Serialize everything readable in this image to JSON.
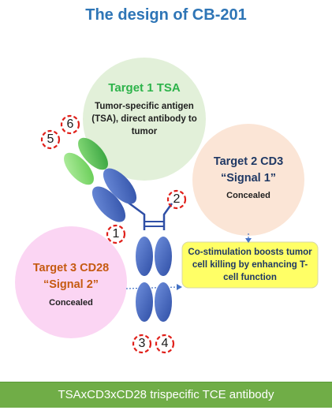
{
  "title": "The design of CB-201",
  "target1": {
    "title": "Target 1 TSA",
    "description": "Tumor-specific antigen (TSA), direct antibody to tumor"
  },
  "target2": {
    "title": "Target 2 CD3",
    "signal": "“Signal 1”",
    "note": "Concealed"
  },
  "target3": {
    "title": "Target 3 CD28",
    "signal": "“Signal 2”",
    "note": "Concealed"
  },
  "costimulation": "Co-stimulation boosts tumor cell killing by enhancing T-cell function",
  "site_labels": [
    "1",
    "2",
    "3",
    "4",
    "5",
    "6"
  ],
  "footer": "TSAxCD3xCD28 trispecific TCE antibody",
  "colors": {
    "title": "#2e75b6",
    "domain_blue": "#4a6fc4",
    "domain_green": "#4ec24a",
    "target1_green": "#2db34a",
    "target2_navy": "#1f3864",
    "target3_orange": "#c55a11",
    "circle_target1": "#e2f0d9",
    "circle_target2": "#fbe5d6",
    "circle_target3": "#fbd5f3",
    "costim_box": "#ffff66",
    "footer": "#70ad47",
    "site_marker": "#e0201a"
  }
}
